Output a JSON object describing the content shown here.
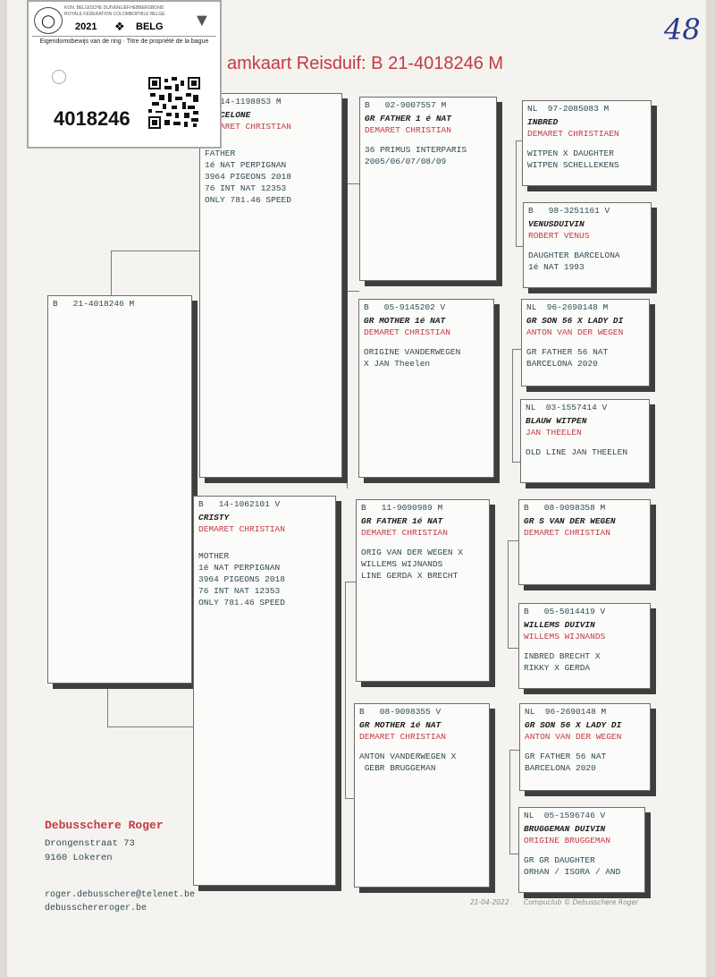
{
  "page_title": "amkaart Reisduif: B   21-4018246 M",
  "handwritten_number": "48",
  "ring_card": {
    "org_line1": "KON. BELGISCHE DUIVENLIEFHEBBERSBOND",
    "org_line2": "ROYALE FEDERATION COLOMBOPHILE BELGE",
    "year": "2021",
    "country": "BELG",
    "subtitle": "Eigendomsbewijs van de ring · Titre de propriété de la bague",
    "number": "4018246"
  },
  "pigeons": {
    "main": {
      "header": "B   21-4018246 M",
      "name": "",
      "breeder": "",
      "notes": ""
    },
    "sire": {
      "header": "B  14-1198853 M",
      "name": "BARCELONE",
      "breeder": "DEMARET CHRISTIAN",
      "notes": "FATHER\n1é NAT PERPIGNAN\n3964 PIGEONS 2018\n76 INT NAT 12353\nONLY 781.46 SPEED"
    },
    "dam": {
      "header": "B   14-1062101 V",
      "name": "CRISTY",
      "breeder": "DEMARET CHRISTIAN",
      "notes": "MOTHER\n1é NAT PERPIGNAN\n3964 PIGEONS 2018\n76 INT NAT 12353\nONLY 781.46 SPEED"
    },
    "ss": {
      "header": "B   02-9007557 M",
      "name": "GR FATHER 1 é NAT",
      "breeder": "DEMARET CHRISTIAN",
      "notes": "36 PRIMUS INTERPARIS\n2005/06/07/08/09"
    },
    "sd": {
      "header": "B   05-9145202 V",
      "name": "GR MOTHER 1é NAT",
      "breeder": "DEMARET CHRISTIAN",
      "notes": "ORIGINE VANDERWEGEN\nX JAN Theelen"
    },
    "ds": {
      "header": "B   11-9090989 M",
      "name": "GR FATHER 1é NAT",
      "breeder": "DEMARET CHRISTIAN",
      "notes": "ORIG VAN DER WEGEN X\nWILLEMS WIJNANDS\nLINE GERDA X BRECHT"
    },
    "dd": {
      "header": "B   08-9098355 V",
      "name": "GR MOTHER 1é NAT",
      "breeder": "DEMARET CHRISTIAN",
      "notes": "ANTON VANDERWEGEN X\n GEBR BRUGGEMAN"
    },
    "sss": {
      "header": "NL  97-2085083 M",
      "name": "INBRED",
      "breeder": "DEMARET CHRISTIAEN",
      "notes": "WITPEN X DAUGHTER\nWITPEN SCHELLEKENS"
    },
    "ssd": {
      "header": "B   98-3251161 V",
      "name": "VENUSDUIVIN",
      "breeder": "ROBERT VENUS",
      "notes": "DAUGHTER BARCELONA\n1é NAT 1993"
    },
    "sds": {
      "header": "NL  96-2690148 M",
      "name": "GR SON 56 X LADY DI",
      "breeder": "ANTON VAN DER WEGEN",
      "notes": "GR FATHER 56 NAT\nBARCELONA 2020"
    },
    "sdd": {
      "header": "NL  03-1557414 V",
      "name": "BLAUW WITPEN",
      "breeder": "JAN THEELEN",
      "notes": "OLD LINE JAN THEELEN"
    },
    "dss": {
      "header": "B   08-9098358 M",
      "name": "GR S VAN DER WEGEN",
      "breeder": "DEMARET CHRISTIAN",
      "notes": ""
    },
    "dsd": {
      "header": "B   05-5014419 V",
      "name": "WILLEMS DUIVIN",
      "breeder": "WILLEMS WIJNANDS",
      "notes": "INBRED BRECHT X\nRIKKY X GERDA"
    },
    "dds": {
      "header": "NL  96-2690148 M",
      "name": "GR SON 56 X LADY DI",
      "breeder": "ANTON VAN DER WEGEN",
      "notes": "GR FATHER 56 NAT\nBARCELONA 2020"
    },
    "ddd": {
      "header": "NL  05-1596746 V",
      "name": "BRUGGEMAN DUIVIN",
      "breeder": "ORIGINE BRUGGEMAN",
      "notes": "GR GR DAUGHTER\nORHAN / ISORA / AND"
    }
  },
  "owner": {
    "name": "Debusschere Roger",
    "street": "Drongenstraat 73",
    "city": "9160  Lokeren",
    "email": "roger.debusschere@telenet.be",
    "website": "debusschereroger.be"
  },
  "footer": {
    "date": "21-04-2022",
    "credit": "Compuclub © Debusschere Roger"
  },
  "colors": {
    "accent": "#c43a42",
    "text": "#2e4a52",
    "ink": "#2a3a8c"
  }
}
